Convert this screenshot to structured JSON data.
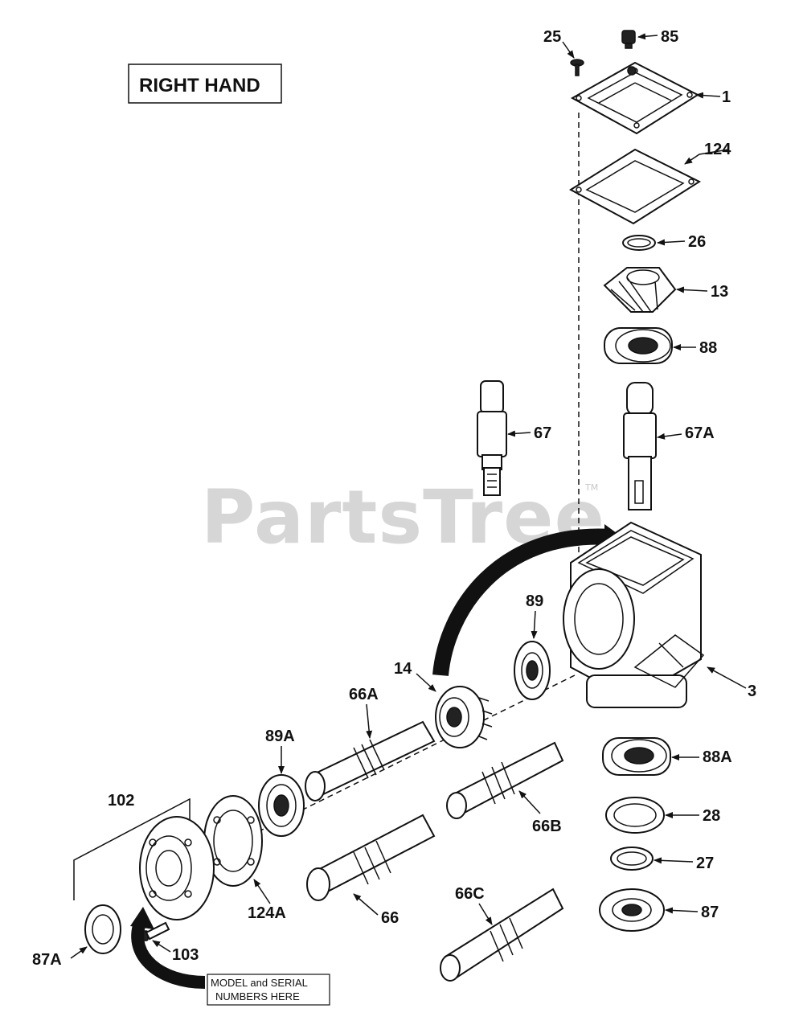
{
  "title": "RIGHT HAND",
  "watermark": "PartsTree",
  "watermark_tm": "TM",
  "note": {
    "line1": "MODEL and SERIAL",
    "line2": "NUMBERS HERE"
  },
  "labels": {
    "p25": "25",
    "p85": "85",
    "p1": "1",
    "p124": "124",
    "p26": "26",
    "p13": "13",
    "p88": "88",
    "p67": "67",
    "p67A": "67A",
    "p89": "89",
    "p3": "3",
    "p14": "14",
    "p66A": "66A",
    "p89A": "89A",
    "p88A": "88A",
    "p102": "102",
    "p28": "28",
    "p66B": "66B",
    "p27": "27",
    "p124A": "124A",
    "p66": "66",
    "p87": "87",
    "p66C": "66C",
    "p87A": "87A",
    "p103": "103"
  }
}
